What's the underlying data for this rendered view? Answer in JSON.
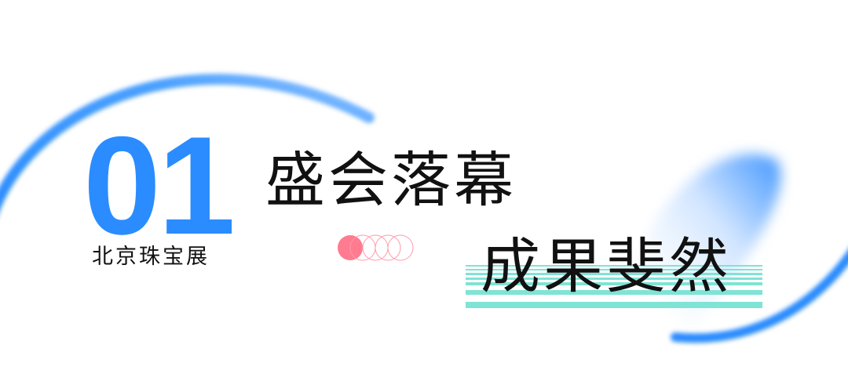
{
  "banner": {
    "number": "01",
    "subtitle": "北京珠宝展",
    "title_line1": "盛会落幕",
    "title_line2": "成果斐然"
  },
  "colors": {
    "accent_blue": "#2a8cff",
    "accent_pink": "#ff7b8f",
    "stripe_teal": "#7fe3d5"
  }
}
